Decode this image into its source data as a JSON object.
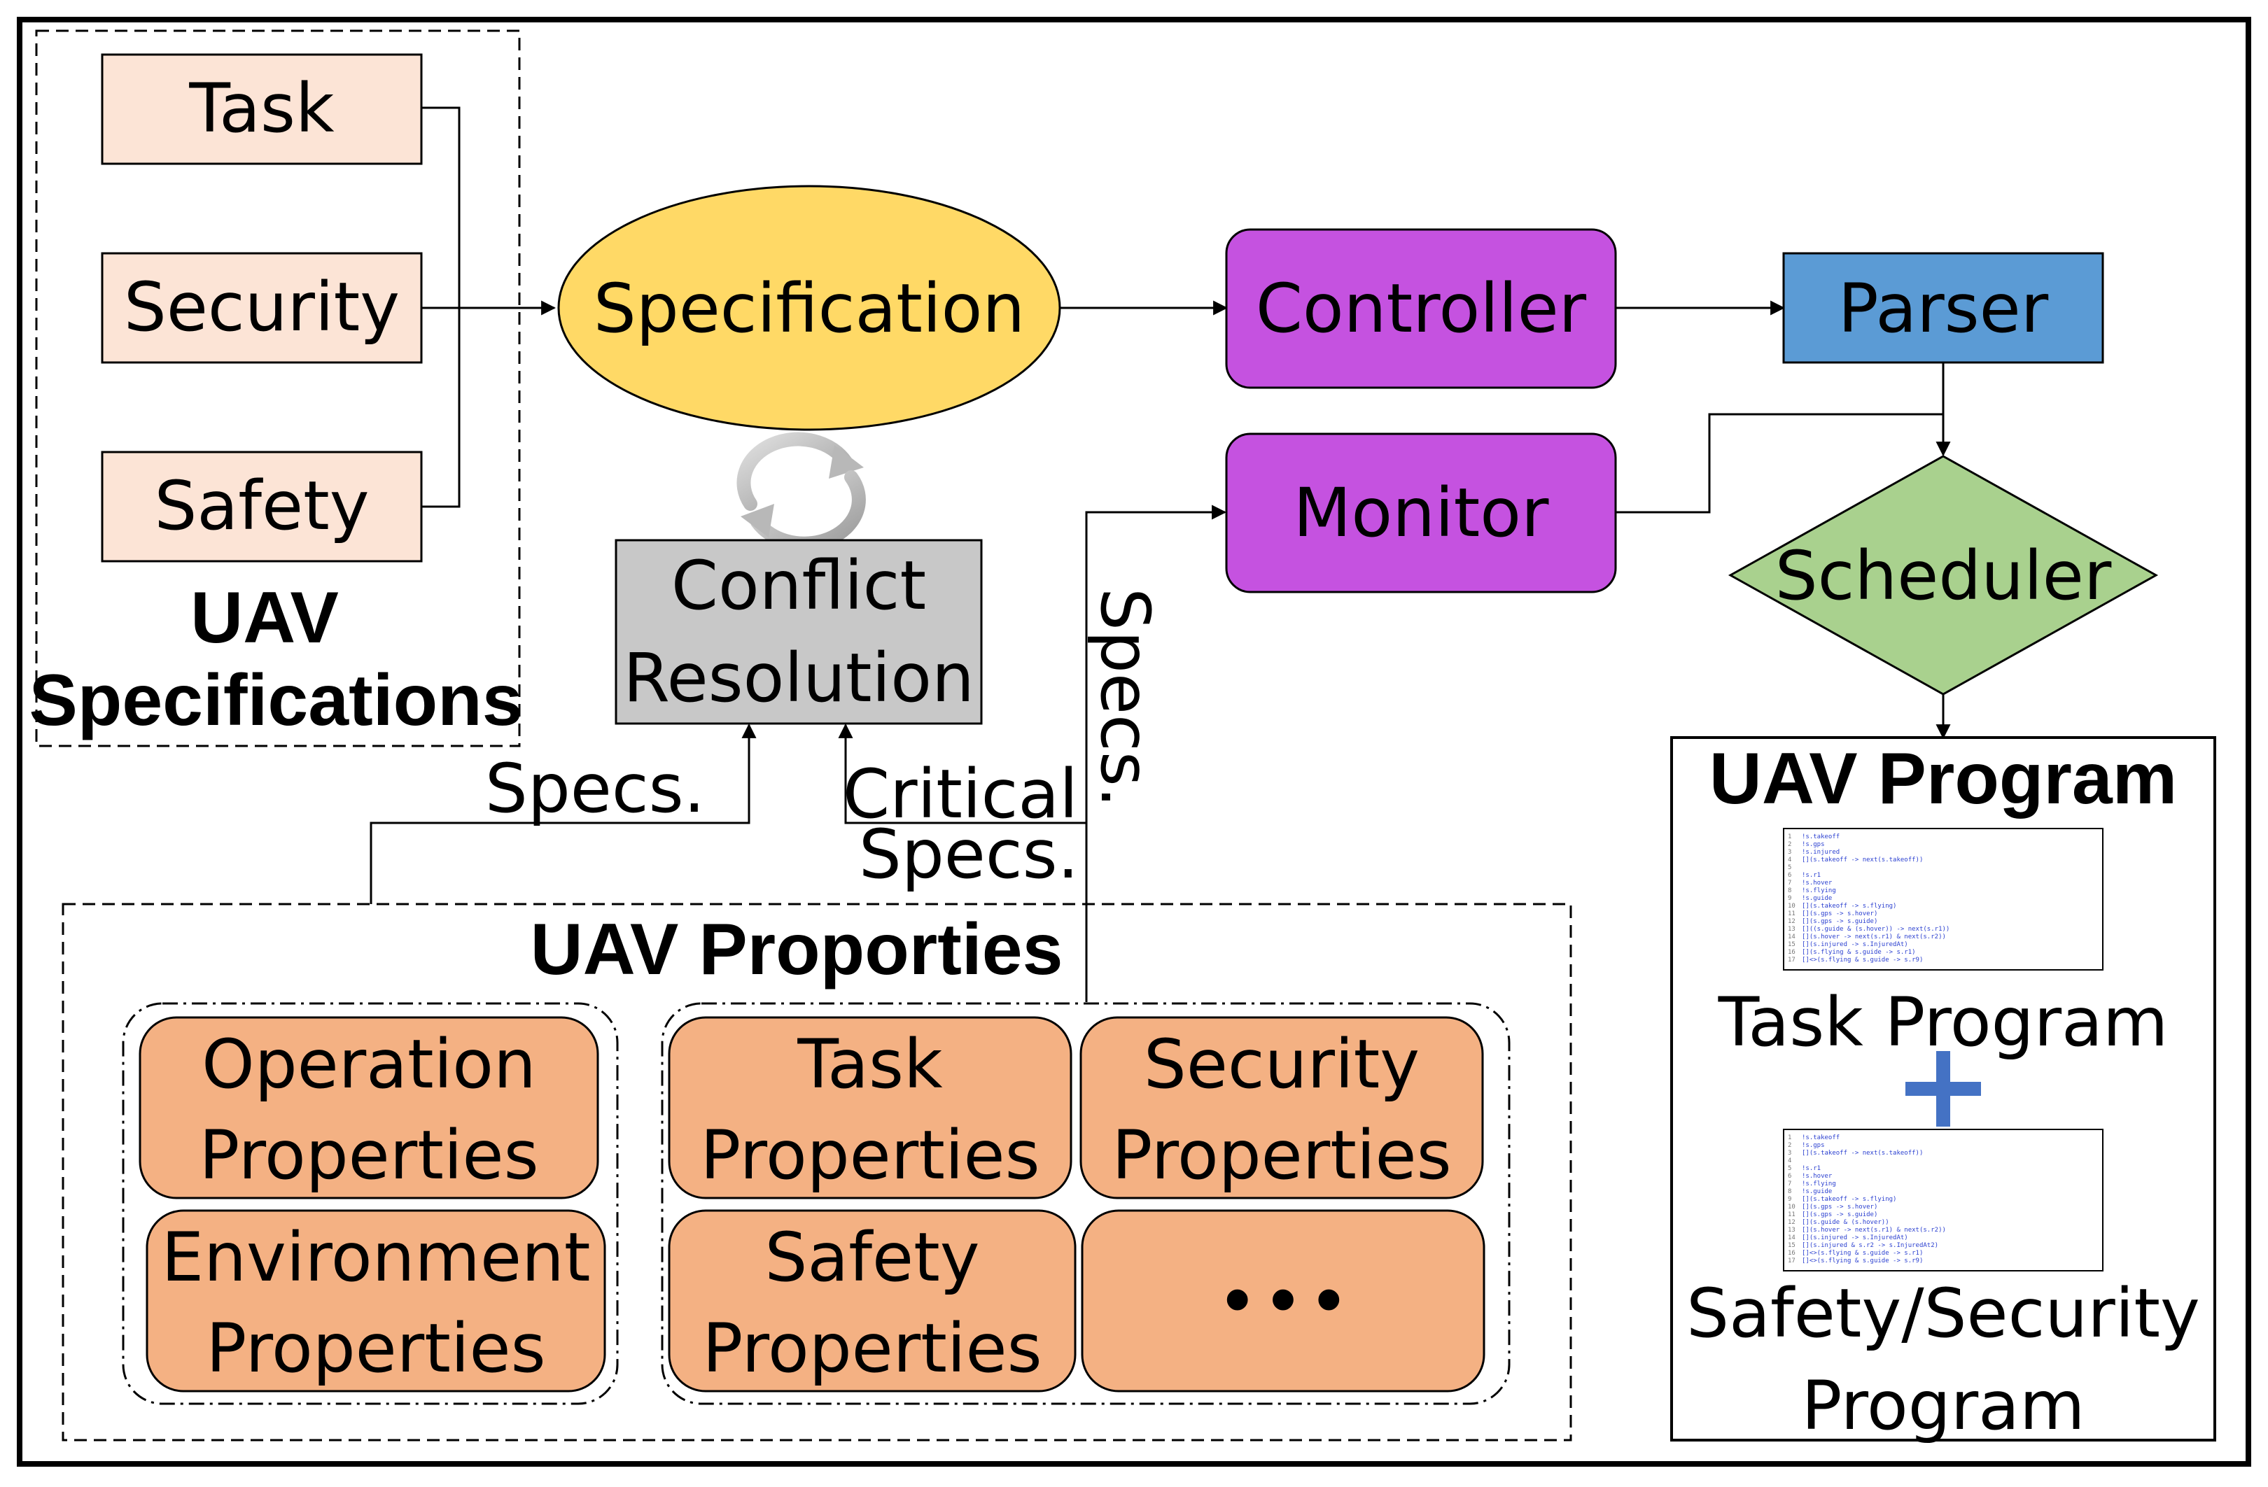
{
  "inputs": {
    "group_title_line1": "UAV",
    "group_title_line2": "Specifications",
    "items": [
      "Task",
      "Security",
      "Safety"
    ]
  },
  "specification": "Specification",
  "controller": "Controller",
  "monitor": "Monitor",
  "parser": "Parser",
  "scheduler": "Scheduler",
  "conflict": {
    "line1": "Conflict",
    "line2": "Resolution"
  },
  "edge_labels": {
    "specs_left": "Specs.",
    "critical_line1": "Critical",
    "critical_line2": "Specs.",
    "specs_vertical": "Specs."
  },
  "properties": {
    "title": "UAV Proporties",
    "operation": [
      "Operation",
      "Properties"
    ],
    "environment": [
      "Environment",
      "Properties"
    ],
    "task": [
      "Task",
      "Properties"
    ],
    "security": [
      "Security",
      "Properties"
    ],
    "safety": [
      "Safety",
      "Properties"
    ],
    "more": "• • •"
  },
  "program": {
    "title": "UAV Program",
    "task_label": "Task Program",
    "plus": "+",
    "safety_line1": "Safety/Security",
    "safety_line2": "Program",
    "code_task": [
      "!s.takeoff",
      "!s.gps",
      "!s.injured",
      "[](s.takeoff -> next(s.takeoff))",
      "",
      "!s.r1",
      "!s.hover",
      "!s.flying",
      "!s.guide",
      "[](s.takeoff -> s.flying)",
      "[](s.gps -> s.hover)",
      "[](s.gps -> s.guide)",
      "[]((s.guide & (s.hover)) -> next(s.r1))",
      "[](s.hover -> next(s.r1) & next(s.r2))",
      "[](s.injured -> s.InjuredAt)",
      "[](s.flying & s.guide -> s.r1)",
      "[]<>(s.flying & s.guide -> s.r9)"
    ],
    "code_safety": [
      "!s.takeoff",
      "!s.gps",
      "[](s.takeoff -> next(s.takeoff))",
      "",
      "!s.r1",
      "!s.hover",
      "!s.flying",
      "!s.guide",
      "[](s.takeoff -> s.flying)",
      "[](s.gps -> s.hover)",
      "[](s.gps -> s.guide)",
      "[](s.guide & (s.hover))",
      "[](s.hover -> next(s.r1) & next(s.r2))",
      "[](s.injured -> s.InjuredAt)",
      "[](s.injured & s.r2 -> s.InjuredAt2)",
      "[]<>(s.flying & s.guide -> s.r1)",
      "[]<>(s.flying & s.guide -> s.r9)"
    ]
  },
  "colors": {
    "input_fill": "#fce4d6",
    "specification_fill": "#ffd966",
    "controller_fill": "#c552e0",
    "parser_fill": "#5b9bd5",
    "scheduler_fill": "#a9d18e",
    "conflict_fill": "#c8c8c8",
    "property_fill": "#f4b183",
    "plus_color": "#4472c4"
  }
}
